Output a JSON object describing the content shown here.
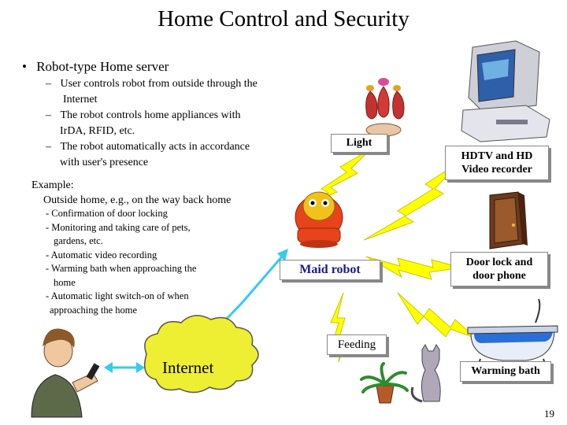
{
  "slide": {
    "title": "Home Control and Security",
    "bullet": "Robot-type Home server",
    "bullet_marker": "•",
    "dash": "–",
    "subbullets": [
      [
        "User controls robot from outside through the",
        "Internet"
      ],
      [
        "The robot controls home appliances with",
        "IrDA, RFID, etc."
      ],
      [
        "The robot automatically acts in accordance",
        "with user's presence"
      ]
    ],
    "example_heading": "Example:",
    "example_sub": "Outside home, e.g., on the way back home",
    "example_items": [
      [
        "- Confirmation of door locking"
      ],
      [
        "- Monitoring and taking care of pets,",
        "gardens, etc."
      ],
      [
        "- Automatic video recording"
      ],
      [
        "- Warming bath when approaching the",
        "home"
      ],
      [
        "- Automatic light switch-on of when",
        "approaching the home"
      ]
    ],
    "page_number": "19"
  },
  "labels": {
    "light": "Light",
    "hdtv": [
      "HDTV and HD",
      "Video recorder"
    ],
    "maid_robot": "Maid robot",
    "door": [
      "Door lock and",
      "door phone"
    ],
    "feeding": "Feeding",
    "internet": "Internet",
    "bath": "Warming bath"
  },
  "colors": {
    "lightning": "#ffff00",
    "link_arrow": "#33ccee",
    "robot_body": "#e8431a",
    "bath_water": "#2a6fd6"
  }
}
